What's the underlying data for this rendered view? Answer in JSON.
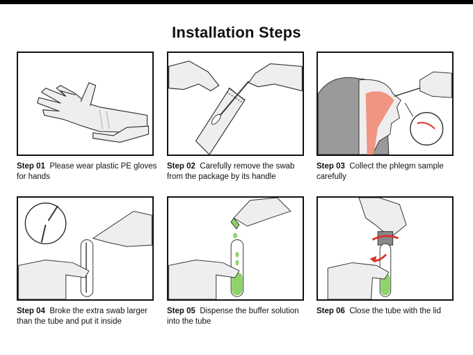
{
  "title": "Installation Steps",
  "colors": {
    "frame": "#111111",
    "skin": "#eeeeee",
    "stroke": "#333333",
    "green": "#8fd36a",
    "red": "#d9312b",
    "throat": "#f08b76",
    "hair": "#9a9a9a"
  },
  "steps": [
    {
      "num": "Step 01",
      "text": "Please wear plastic PE gloves for hands"
    },
    {
      "num": "Step 02",
      "text": "Carefully remove the swab from the package by its handle"
    },
    {
      "num": "Step 03",
      "text": "Collect the phlegm sample carefully"
    },
    {
      "num": "Step 04",
      "text": "Broke the extra swab larger than the tube and put it inside"
    },
    {
      "num": "Step 05",
      "text": "Dispense the buffer solution into the tube"
    },
    {
      "num": "Step 06",
      "text": "Close the tube with the lid"
    }
  ]
}
